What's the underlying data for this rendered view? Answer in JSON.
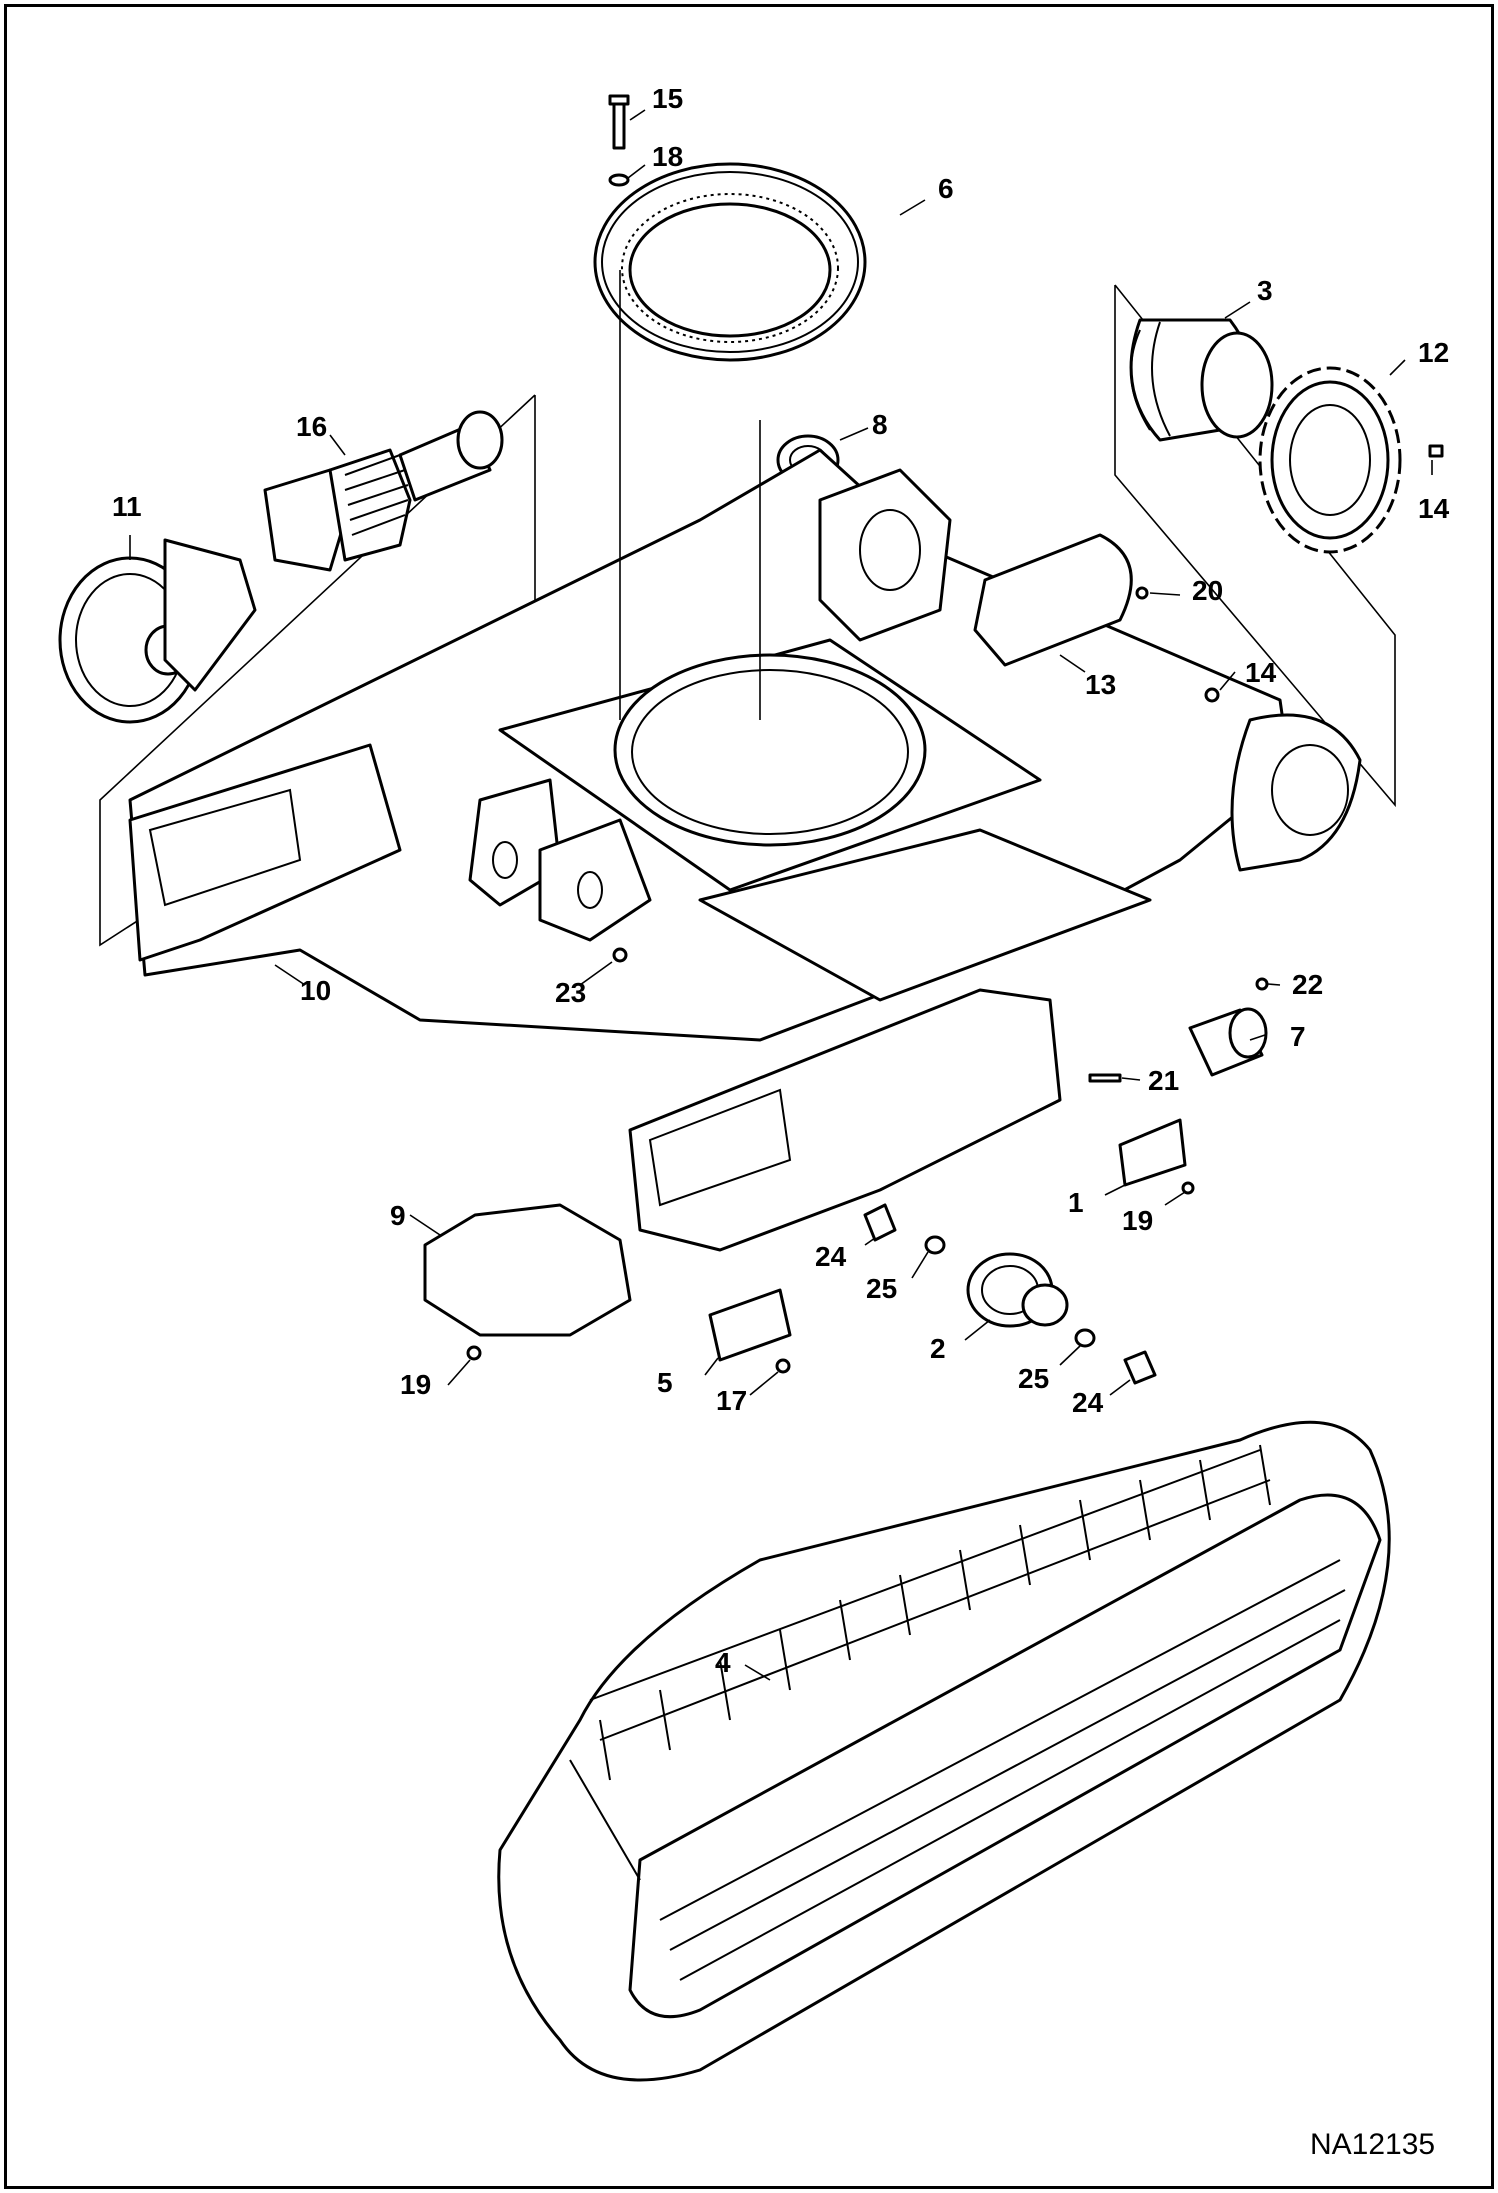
{
  "figure_id": "NA12135",
  "callouts": {
    "c1": "1",
    "c2": "2",
    "c3": "3",
    "c4": "4",
    "c5": "5",
    "c6": "6",
    "c7": "7",
    "c8": "8",
    "c9": "9",
    "c10": "10",
    "c11": "11",
    "c12": "12",
    "c13": "13",
    "c14a": "14",
    "c14b": "14",
    "c15": "15",
    "c16": "16",
    "c17": "17",
    "c18": "18",
    "c19a": "19",
    "c19b": "19",
    "c20": "20",
    "c21": "21",
    "c22": "22",
    "c23": "23",
    "c24a": "24",
    "c24b": "24",
    "c25a": "25",
    "c25b": "25"
  }
}
